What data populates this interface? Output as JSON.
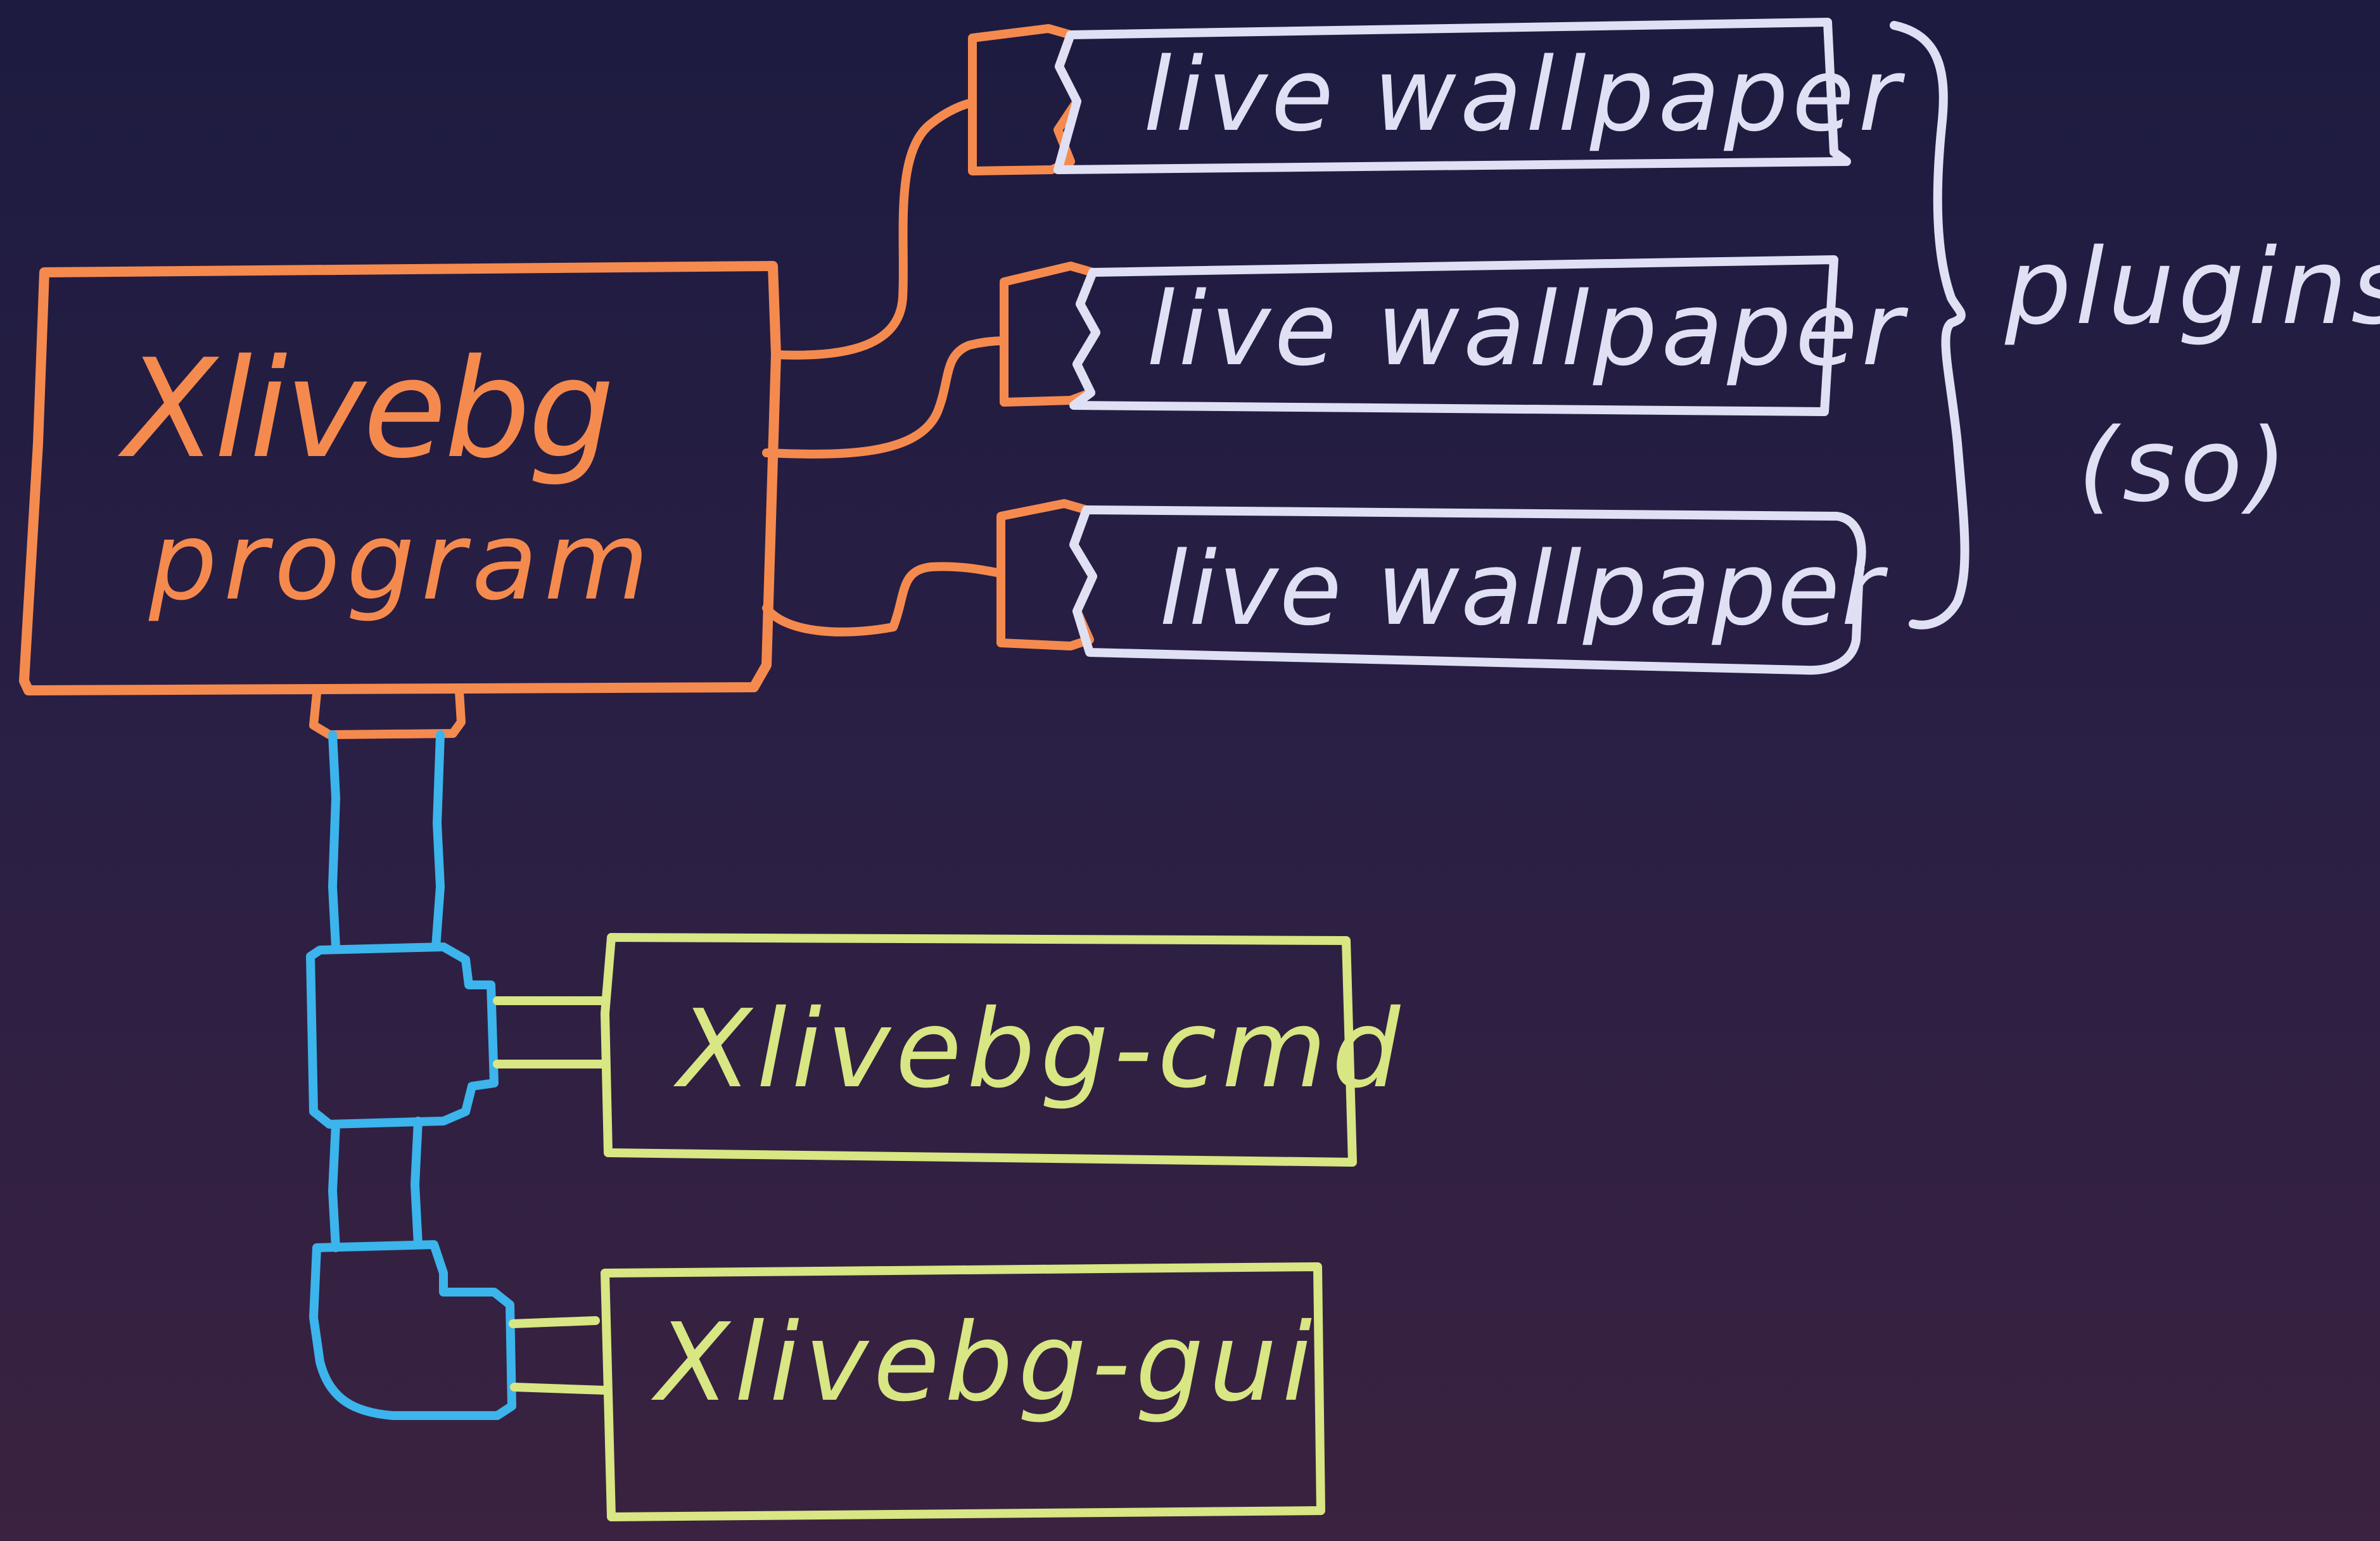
{
  "main_program": {
    "line1": "Xlivebg",
    "line2": "program"
  },
  "plugins": {
    "items": [
      {
        "label": "live wallpaper"
      },
      {
        "label": "live wallpaper"
      },
      {
        "label": "live wallpaper"
      }
    ],
    "group_label_line1": "plugins",
    "group_label_line2": "(so)"
  },
  "clients": {
    "cmd": {
      "label": "Xlivebg-cmd"
    },
    "gui": {
      "label": "Xlivebg-gui"
    }
  },
  "colors": {
    "background_top": "#1d1b40",
    "background_bottom": "#3a2240",
    "program": "#f58a4f",
    "plugins": "#dfe0f4",
    "pipes": "#3cb4ec",
    "clients": "#d8e683"
  }
}
